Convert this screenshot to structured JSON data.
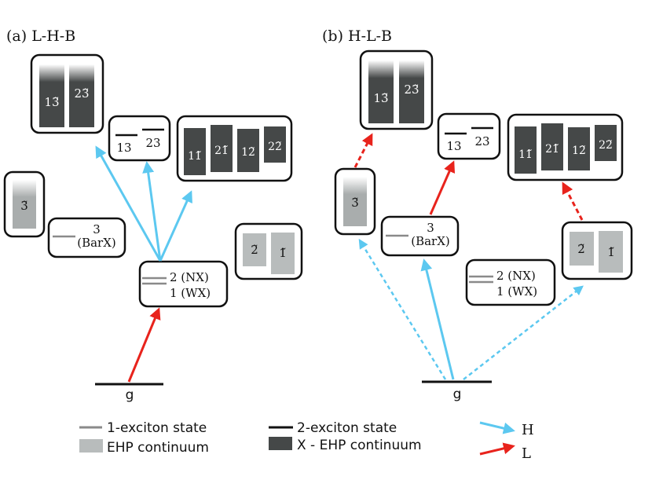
{
  "panels": {
    "a": {
      "title": "(a) L-H-B"
    },
    "b": {
      "title": "(b) H-L-B"
    }
  },
  "states": {
    "ground": "g",
    "one_x_state": "1 (WX)",
    "two_x_state": "2 (NX)",
    "three_number": "3",
    "three_sub": "(BarX)",
    "cont_3": "3̃",
    "cont_2": "2̃",
    "cont_1": "1̃",
    "biex_13": "13",
    "biex_23": "23",
    "xehp_13": "13̃",
    "xehp_23": "23̃",
    "xehp_11": "11̃",
    "xehp_21": "21̃",
    "xehp_12": "12̃",
    "xehp_22": "22̃"
  },
  "legend": {
    "one_exciton": "1-exciton state",
    "ehp": "EHP continuum",
    "two_exciton": "2-exciton state",
    "xehp": "X - EHP continuum",
    "H": "H",
    "L": "L"
  },
  "colors": {
    "H": "#5cc8f0",
    "L": "#e8231c",
    "ehp": "#b8bcbc",
    "xehp": "#454848",
    "one_exciton_line": "#8a8a8a",
    "two_exciton_line": "#111111"
  }
}
